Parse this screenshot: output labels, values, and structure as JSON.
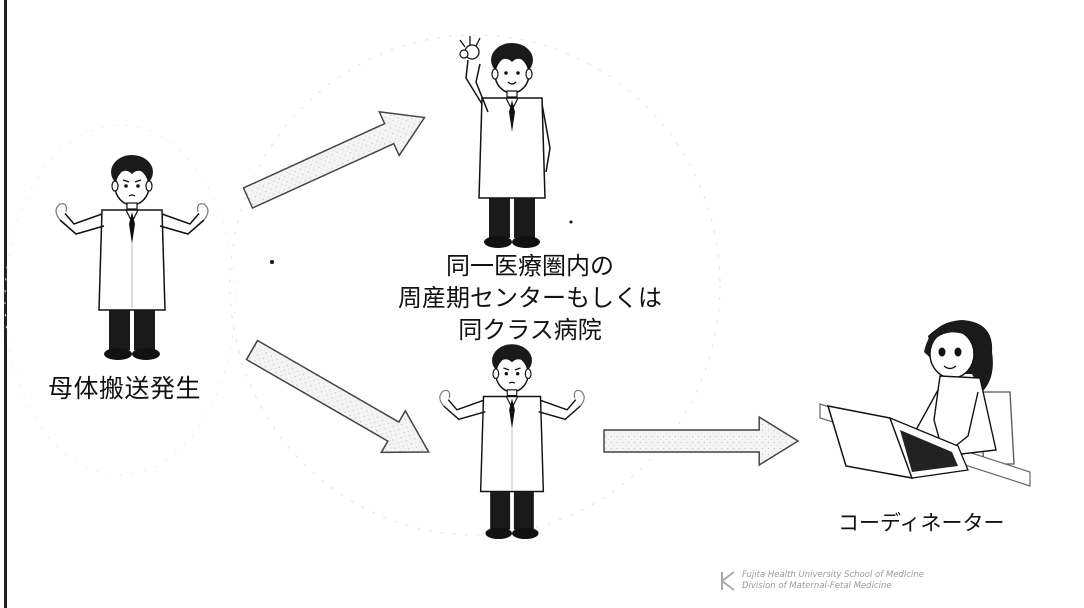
{
  "diagram": {
    "origin_label": "母体搬送発生",
    "destination_lines": [
      "同一医療圏内の",
      "周産期センターもしくは",
      "同クラス病院"
    ],
    "coordinator_label": "コーディネーター",
    "credit_lines": [
      "Fujita Health University School of Medicine",
      "Division of Maternal-Fetal Medicine"
    ]
  },
  "figures": {
    "origin": "doctor-shrugging",
    "destination_top": "doctor-ok-sign",
    "destination_bottom": "doctor-shrugging",
    "coordinator": "woman-with-laptop"
  },
  "colors": {
    "arrow_fill": "#f3f3f3",
    "arrow_stroke": "#444444",
    "figure_line": "#111111",
    "trousers": "#1a1a1a"
  }
}
